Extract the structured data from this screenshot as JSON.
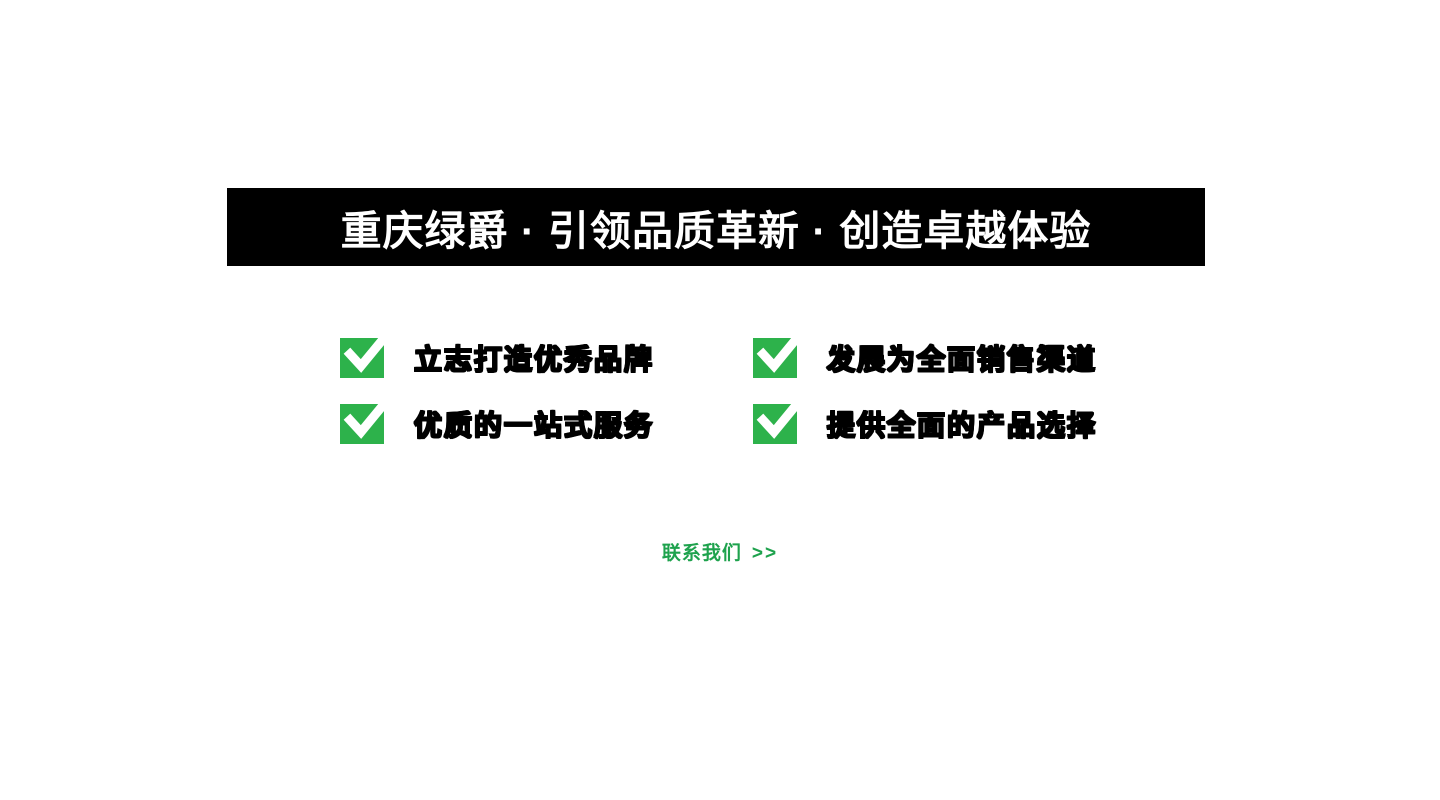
{
  "banner": {
    "title": "重庆绿爵 · 引领品质革新 · 创造卓越体验"
  },
  "features": [
    {
      "label": "立志打造优秀品牌"
    },
    {
      "label": "发展为全面销售渠道"
    },
    {
      "label": "优质的一站式服务"
    },
    {
      "label": "提供全面的产品选择"
    }
  ],
  "cta": {
    "label": "联系我们",
    "arrow": ">>"
  },
  "colors": {
    "accent_green": "#2db24b",
    "link_green": "#1ea24d",
    "banner_bg": "#000000",
    "banner_text": "#ffffff"
  },
  "icons": [
    {
      "name": "check-icon",
      "glyph": "✓"
    }
  ]
}
